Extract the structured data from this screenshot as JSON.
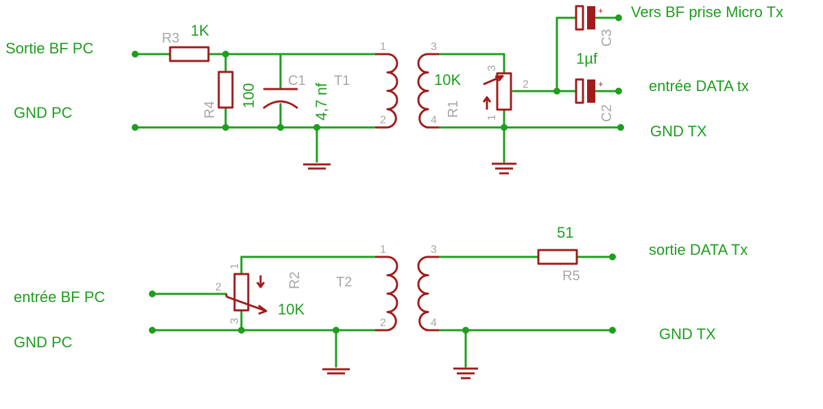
{
  "nets": {
    "sortie_bf_pc": "Sortie BF PC",
    "gnd_pc_top": "GND PC",
    "vers_bf": "Vers BF prise Micro Tx",
    "entree_data_tx": "entrée DATA tx",
    "gnd_tx_top": "GND TX",
    "entree_bf_pc": "entrée BF PC",
    "gnd_pc_bottom": "GND PC",
    "sortie_data_tx": "sortie DATA Tx",
    "gnd_tx_bottom": "GND TX"
  },
  "components": {
    "r3": {
      "name": "R3",
      "value": "1K"
    },
    "r4": {
      "name": "R4",
      "value": "100"
    },
    "c1": {
      "name": "C1",
      "value": "4,7 nf"
    },
    "t1": {
      "name": "T1"
    },
    "r1": {
      "name": "R1",
      "value": "10K"
    },
    "c2": {
      "name": "C2",
      "value": "1µf"
    },
    "c3": {
      "name": "C3"
    },
    "r2": {
      "name": "R2",
      "value": "10K"
    },
    "t2": {
      "name": "T2"
    },
    "r5": {
      "name": "R5",
      "value": "51"
    }
  },
  "pins": {
    "t1": [
      "1",
      "2",
      "3",
      "4"
    ],
    "r1": [
      "3",
      "2",
      "1"
    ],
    "r2": [
      "1",
      "2",
      "3"
    ],
    "t2": [
      "1",
      "2",
      "3",
      "4"
    ]
  },
  "polarity": "+",
  "colors": {
    "wire": "#1e9e1e",
    "symbol": "#a01c1c",
    "name_label": "#a6a6a6",
    "value_label": "#1e9e1e"
  }
}
